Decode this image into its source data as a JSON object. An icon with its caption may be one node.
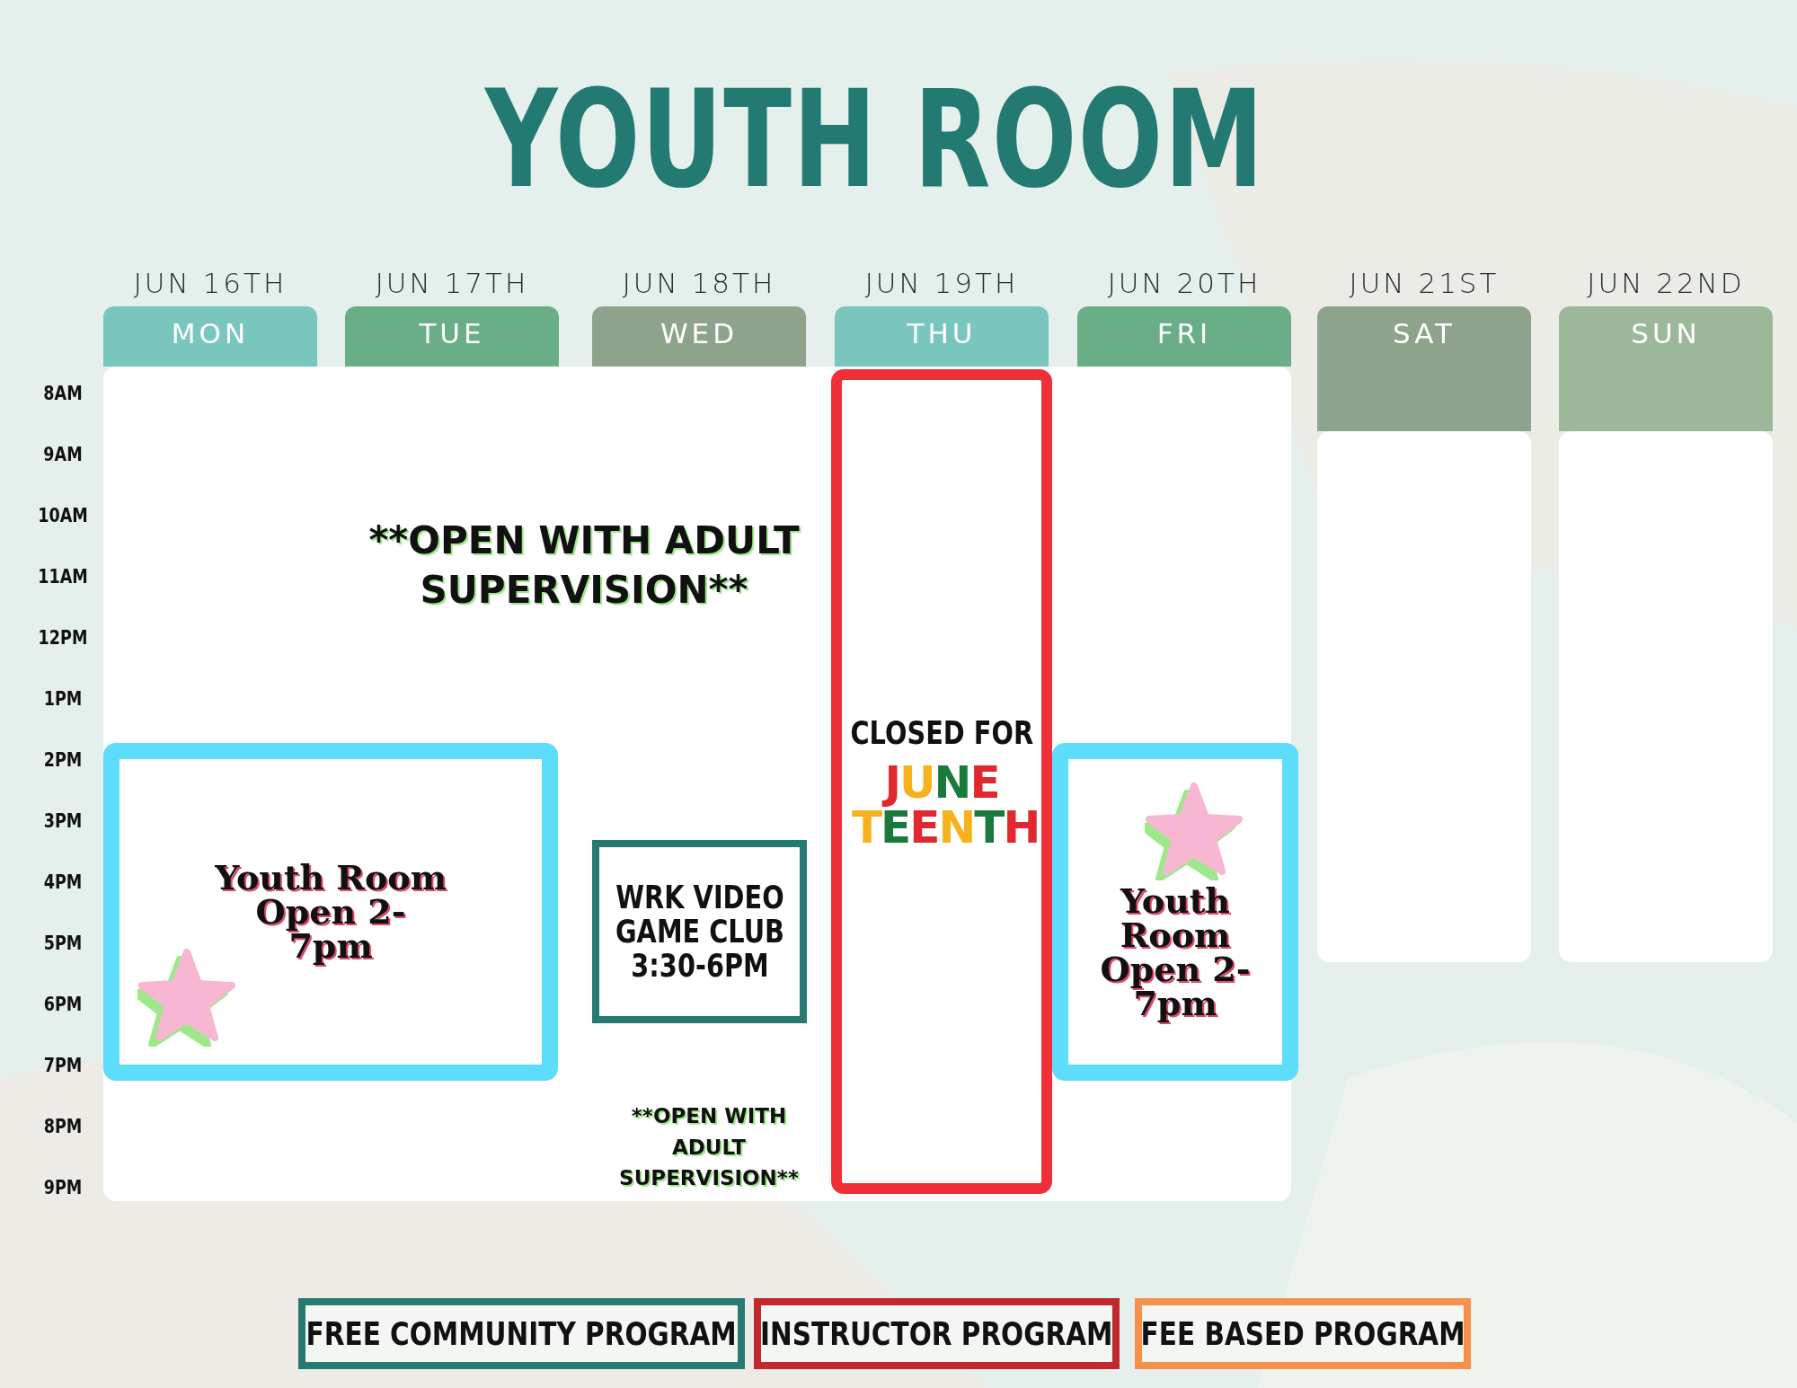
{
  "diagram": {
    "title": "YOUTH ROOM",
    "nodes": [
      {
        "text": [
          "JUN 16TH",
          "MON"
        ]
      },
      {
        "text": [
          "JUN 17TH",
          "TUE"
        ]
      },
      {
        "text": [
          "JUN 18TH",
          "WED"
        ]
      },
      {
        "text": [
          "JUN 19TH",
          "THU"
        ]
      },
      {
        "text": [
          "JUN 20TH",
          "FRI"
        ]
      },
      {
        "text": [
          "JUN 21ST",
          "SAT"
        ]
      },
      {
        "text": [
          "JUN 22ND",
          "SUN"
        ]
      },
      {
        "text": [
          "Youth Room Open 2-7pm"
        ]
      },
      {
        "text": [
          "WRK VIDEO GAME CLUB 3:30-6PM"
        ]
      },
      {
        "text": [
          "CLOSED FOR",
          "JUNE TEENTH"
        ]
      },
      {
        "text": [
          "Youth Room Open 2-7pm"
        ]
      }
    ],
    "edges": [],
    "labels": [
      "8AM",
      "9AM",
      "10AM",
      "11AM",
      "12PM",
      "1PM",
      "2PM",
      "3PM",
      "4PM",
      "5PM",
      "6PM",
      "7PM",
      "8PM",
      "9PM",
      "**OPEN WITH ADULT SUPERVISION**",
      "**OPEN WITH ADULT SUPERVISION**"
    ],
    "legend": [
      {
        "text": "FREE COMMUNITY PROGRAM",
        "color": "#267a73"
      },
      {
        "text": "INSTRUCTOR PROGRAM",
        "color": "#c1272d"
      },
      {
        "text": "FEE BASED PROGRAM",
        "color": "#f7904a"
      }
    ]
  }
}
